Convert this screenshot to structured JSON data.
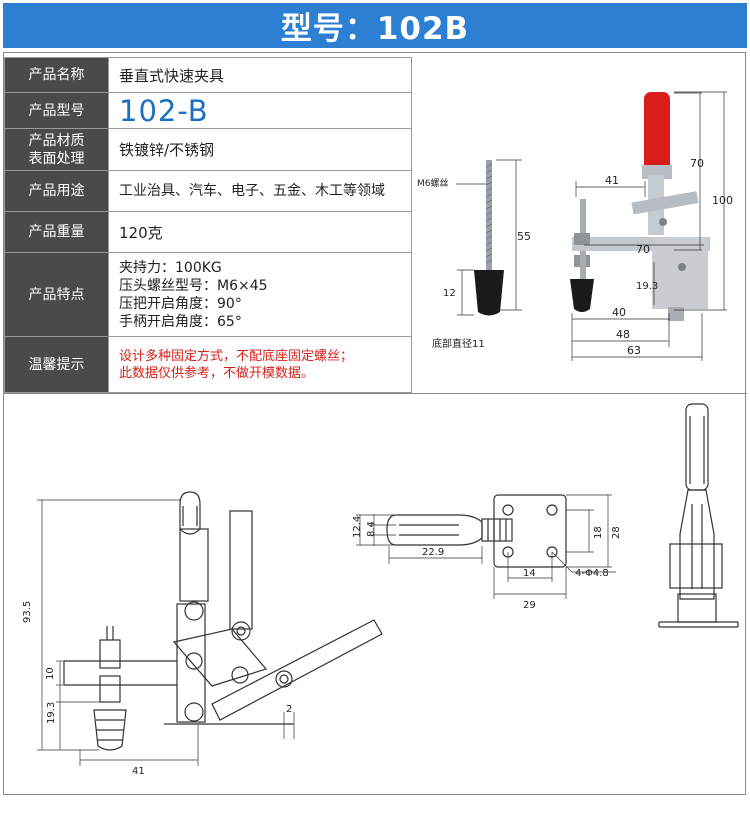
{
  "banner": {
    "title": "型号：102B"
  },
  "specs": [
    {
      "label": "产品名称",
      "value": "垂直式快速夹具"
    },
    {
      "label": "产品型号",
      "value": "102-B"
    },
    {
      "label_line1": "产品材质",
      "label_line2": "表面处理",
      "value": "铁镀锌/不锈钢"
    },
    {
      "label": "产品用途",
      "value": "工业治具、汽车、电子、五金、木工等领域"
    },
    {
      "label": "产品重量",
      "value": "120克"
    },
    {
      "label": "产品特点",
      "lines": [
        "夹持力：100KG",
        "压头螺丝型号：M6×45",
        "压把开启角度：90°",
        "手柄开启角度：65°"
      ]
    },
    {
      "label": "温馨提示",
      "lines": [
        "设计多种固定方式，不配底座固定螺丝；",
        "此数据仅供参考，不做开模数据。"
      ]
    }
  ],
  "photo_dims": {
    "screw_label": "M6螺丝",
    "screw_length": "55",
    "tip_height": "12",
    "base_label": "底部直径11",
    "d70_top": "70",
    "d100": "100",
    "d41": "41",
    "d70_arm": "70",
    "d19_3": "19.3",
    "d40": "40",
    "d48": "48",
    "d63": "63"
  },
  "drawing_dims": {
    "side_h": "93.5",
    "side_10": "10",
    "side_19_3": "19.3",
    "side_41": "41",
    "side_2": "2",
    "top_12_4": "12.4",
    "top_8_4": "8.4",
    "top_22_9": "22.9",
    "top_18": "18",
    "top_28": "28",
    "top_14": "14",
    "top_29": "29",
    "top_holes": "4-Φ4.8"
  },
  "colors": {
    "banner": "#2d7fd3",
    "label_bg": "#4a4a4a",
    "model": "#1b6fc4",
    "warning": "#d8211a",
    "handle": "#d91c1c"
  }
}
